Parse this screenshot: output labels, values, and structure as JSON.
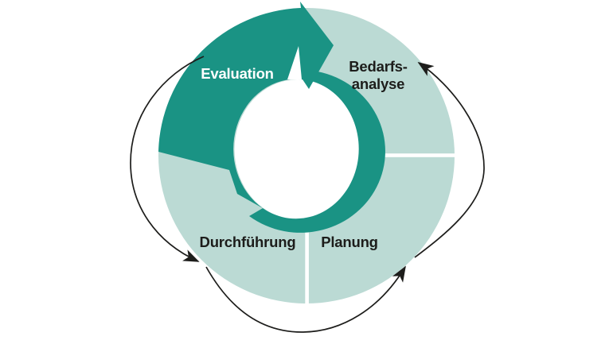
{
  "background": "#ffffff",
  "palette": {
    "highlight": "#1a9384",
    "muted": "#bbdad4",
    "ink": "#1d1d1b",
    "white": "#ffffff"
  },
  "cycle": {
    "main_arrow_direction": "clockwise",
    "segments": [
      {
        "id": "evaluation",
        "label": "Evaluation",
        "highlighted": true
      },
      {
        "id": "bedarfsanalyse",
        "label_lines": [
          "Bedarfs-",
          "analyse"
        ],
        "highlighted": false
      },
      {
        "id": "planung",
        "label": "Planung",
        "highlighted": false
      },
      {
        "id": "durchfuehrung",
        "label": "Durchführung",
        "highlighted": false
      }
    ],
    "feedback_arrows": {
      "count": 3,
      "direction": "counterclockwise"
    }
  }
}
